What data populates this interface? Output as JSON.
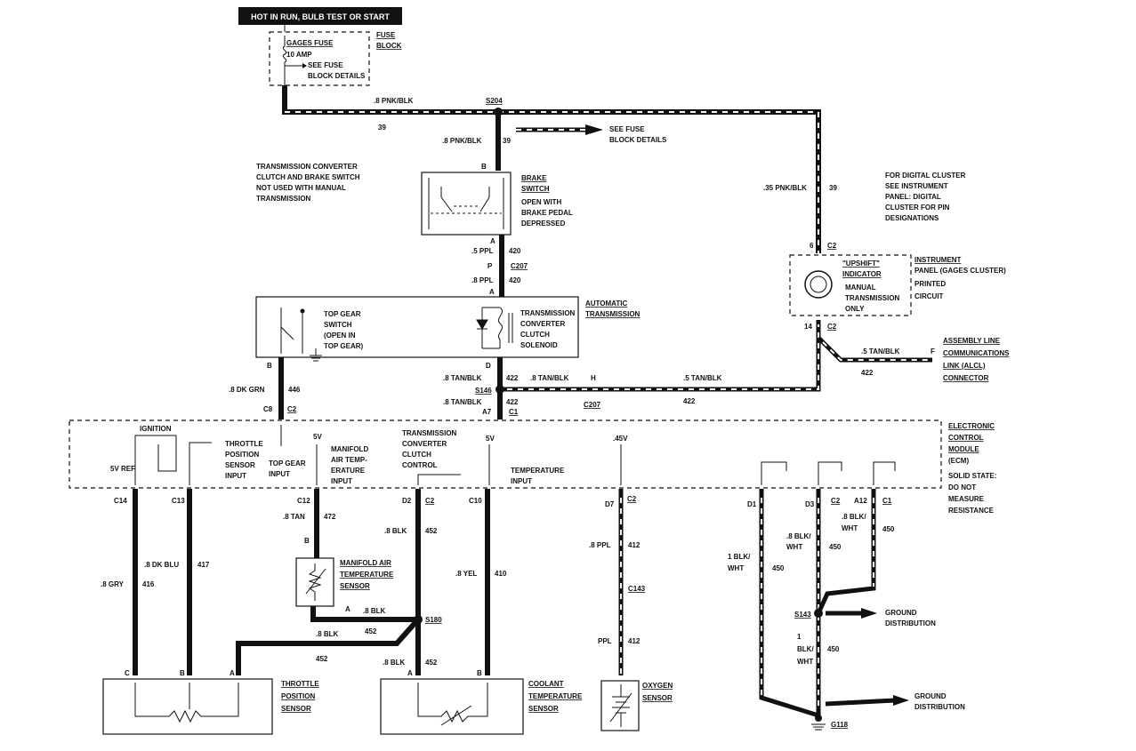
{
  "header": {
    "power_label": "HOT IN RUN, BULB TEST OR START"
  },
  "fuse_block": {
    "title": "FUSE BLOCK",
    "fuse_name": "GAGES FUSE",
    "fuse_rating": "10 AMP",
    "see_line1": "SEE FUSE",
    "see_line2": "BLOCK DETAILS"
  },
  "splice_s204": {
    "name": "S204",
    "left_wire": ".8 PNK/BLK",
    "left_circuit": "39",
    "down_wire": ".8 PNK/BLK",
    "down_circuit": "39",
    "see_line1": "SEE FUSE",
    "see_line2": "BLOCK DETAILS"
  },
  "notes": {
    "manual_line1": "TRANSMISSION CONVERTER",
    "manual_line2": "CLUTCH AND BRAKE SWITCH",
    "manual_line3": "NOT USED WITH MANUAL",
    "manual_line4": "TRANSMISSION",
    "digital_line1": "FOR DIGITAL CLUSTER",
    "digital_line2": "SEE INSTRUMENT",
    "digital_line3": "PANEL: DIGITAL",
    "digital_line4": "CLUSTER FOR PIN",
    "digital_line5": "DESIGNATIONS"
  },
  "brake_switch": {
    "title1": "BRAKE",
    "title2": "SWITCH",
    "desc1": "OPEN WITH",
    "desc2": "BRAKE PEDAL",
    "desc3": "DEPRESSED",
    "pin_top": "B",
    "pin_bottom": "A"
  },
  "c207_upper": {
    "wire_top": ".5 PPL",
    "circuit_top": "420",
    "pin_p": "P",
    "name": "C207",
    "wire_bottom": ".8 PPL",
    "circuit_bottom": "420",
    "pin_a": "A"
  },
  "automatic_transmission": {
    "title1": "AUTOMATIC",
    "title2": "TRANSMISSION",
    "top_gear1": "TOP GEAR",
    "top_gear2": "SWITCH",
    "top_gear3": "(OPEN IN",
    "top_gear4": "TOP GEAR)",
    "tcc1": "TRANSMISSION",
    "tcc2": "CONVERTER",
    "tcc3": "CLUTCH",
    "tcc4": "SOLENOID",
    "pin_b": "B",
    "pin_d": "D"
  },
  "wires_mid": {
    "dk_grn": ".8 DK GRN",
    "dk_grn_circuit": "446",
    "c8": "C8",
    "c2a": "C2",
    "tan_d": ".8 TAN/BLK",
    "tan_d_circuit": "422",
    "s146": "S146",
    "s146_right": ".8 TAN/BLK",
    "h": "H",
    "c207": "C207",
    "tan_long": ".5 TAN/BLK",
    "tan_long_circuit": "422",
    "tan_a7": ".8 TAN/BLK",
    "tan_a7_circuit": "422",
    "a7": "A7",
    "c1": "C1"
  },
  "instrument_panel": {
    "pin_top": "6",
    "conn_top": "C2",
    "indicator1": "\"UPSHIFT\"",
    "indicator2": "INDICATOR",
    "manual1": "MANUAL",
    "manual2": "TRANSMISSION",
    "manual3": "ONLY",
    "title1": "INSTRUMENT",
    "title2": "PANEL (GAGES CLUSTER)",
    "title3": "PRINTED",
    "title4": "CIRCUIT",
    "pin_bottom": "14",
    "conn_bottom": "C2",
    "right_wire": ".35 PNK/BLK",
    "right_circuit": "39"
  },
  "alcl": {
    "wire": ".5 TAN/BLK",
    "circuit": "422",
    "pin": "F",
    "title1": "ASSEMBLY LINE",
    "title2": "COMMUNICATIONS",
    "title3": "LINK (ALCL)",
    "title4": "CONNECTOR"
  },
  "ecm": {
    "title1": "ELECTRONIC",
    "title2": "CONTROL",
    "title3": "MODULE",
    "title4": "(ECM)",
    "state1": "SOLID STATE:",
    "state2": "DO NOT",
    "state3": "MEASURE",
    "state4": "RESISTANCE",
    "ignition": "IGNITION",
    "tps1": "THROTTLE",
    "tps2": "POSITION",
    "tps3": "SENSOR",
    "tps4": "INPUT",
    "ref": "5V REF",
    "top_gear1": "TOP GEAR",
    "top_gear2": "INPUT",
    "v5a": "5V",
    "mat1": "MANIFOLD",
    "mat2": "AIR TEMP-",
    "mat3": "ERATURE",
    "mat4": "INPUT",
    "tcc1": "TRANSMISSION",
    "tcc2": "CONVERTER",
    "tcc3": "CLUTCH",
    "tcc4": "CONTROL",
    "v5b": "5V",
    "temp1": "TEMPERATURE",
    "temp2": "INPUT",
    "v45": ".45V"
  },
  "pins": {
    "c14": "C14",
    "c13": "C13",
    "c12": "C12",
    "d2": "D2",
    "c2_d2": "C2",
    "c10": "C10",
    "d7": "D7",
    "c2_d7": "C2",
    "d1": "D1",
    "d3": "D3",
    "c2_d3": "C2",
    "a12": "A12",
    "c1_a12": "C1"
  },
  "lower_wires": {
    "gry": ".8 GRY",
    "gry_circuit": "416",
    "dk_blu": ".8 DK BLU",
    "dk_blu_circuit": "417",
    "tan": ".8 TAN",
    "tan_circuit": "472",
    "blk": ".8 BLK",
    "blk_circuit": "452",
    "yel": ".8 YEL",
    "yel_circuit": "410",
    "ppl": ".8 PPL",
    "ppl_circuit": "412",
    "c143": "C143",
    "ppl2": "PPL",
    "ppl2_circuit": "412",
    "blk_a": ".8 BLK",
    "s180": "S180",
    "blk_left": ".8 BLK",
    "blk_left_circuit": "452",
    "blk_452": "452",
    "blk_bottom": ".8 BLK",
    "blk_bottom_circuit": "452"
  },
  "sensors": {
    "mat_pin_b": "B",
    "mat_pin_a": "A",
    "mat1": "MANIFOLD AIR",
    "mat2": "TEMPERATURE",
    "mat3": "SENSOR",
    "tps_c": "C",
    "tps_b": "B",
    "tps_a": "A",
    "tps1": "THROTTLE",
    "tps2": "POSITION",
    "tps3": "SENSOR",
    "cts_a": "A",
    "cts_b": "B",
    "cts1": "COOLANT",
    "cts2": "TEMPERATURE",
    "cts3": "SENSOR",
    "o2_1": "OXYGEN",
    "o2_2": "SENSOR"
  },
  "grounds": {
    "blk_wht_d3a": ".8 BLK/",
    "blk_wht_d3b": "WHT",
    "d3_circuit": "450",
    "blk_wht_a12a": ".8 BLK/",
    "blk_wht_a12b": "WHT",
    "a12_circuit": "450",
    "blk_wht_d1a": "1 BLK/",
    "blk_wht_d1b": "WHT",
    "d1_circuit": "450",
    "s143": "S143",
    "ground_dist1a": "GROUND",
    "ground_dist1b": "DISTRIBUTION",
    "one": "1",
    "blk_wht2a": "BLK/",
    "blk_wht2b": "WHT",
    "circuit2": "450",
    "ground_dist2a": "GROUND",
    "ground_dist2b": "DISTRIBUTION",
    "g118": "G118"
  }
}
